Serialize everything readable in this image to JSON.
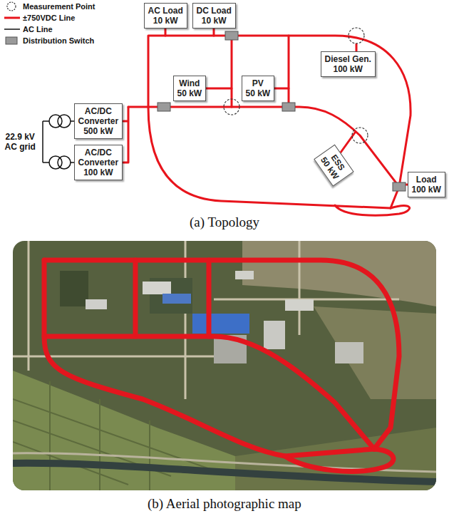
{
  "diagram": {
    "nodes": [
      {
        "text": [
          "AC Load 10 kW"
        ]
      },
      {
        "text": [
          "DC Load 10 kW"
        ]
      },
      {
        "text": [
          "AC/DC Converter 500 kW"
        ]
      },
      {
        "text": [
          "AC/DC Converter 100 kW"
        ]
      },
      {
        "text": [
          "Wind 50 kW"
        ]
      },
      {
        "text": [
          "PV 50 kW"
        ]
      },
      {
        "text": [
          "Diesel Gen. 100 kW"
        ]
      },
      {
        "text": [
          "ESS 50 kW"
        ]
      },
      {
        "text": [
          "Load 100 kW"
        ]
      }
    ],
    "labels": [
      "22.9 kV AC grid",
      "(a) Topology",
      "(b) Aerial photographic map"
    ],
    "legend": [
      {
        "text": "Measurement Point"
      },
      {
        "text": "±750VDC Line"
      },
      {
        "text": "AC Line"
      },
      {
        "text": "Distribution Switch"
      }
    ]
  }
}
